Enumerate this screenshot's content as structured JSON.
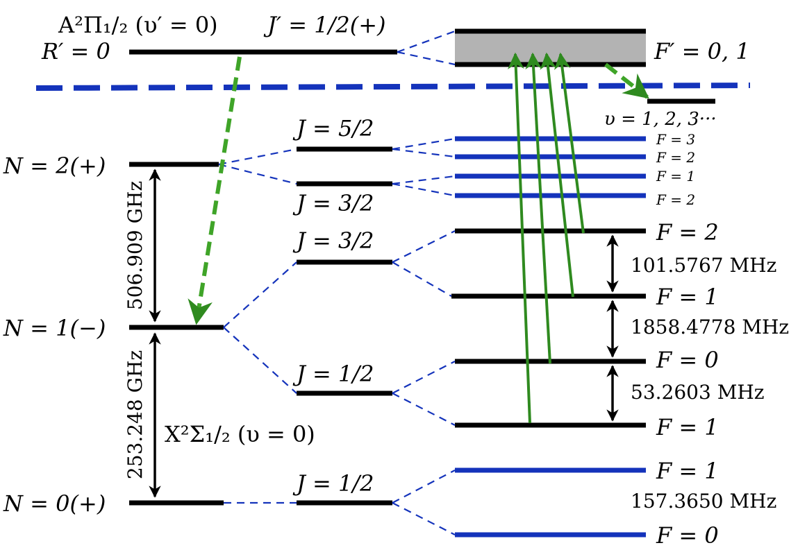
{
  "excited": {
    "state_label": "A²Π₁/₂ (υ′ = 0)",
    "j_label": "J′ = 1/2(+)",
    "r_label": "R′ = 0",
    "f_label": "F′ = 0, 1",
    "vib_label": "υ = 1, 2, 3···"
  },
  "ground": {
    "state_label": "X²Σ₁/₂ (υ = 0)",
    "n2": "N = 2(+)",
    "n1": "N = 1(−)",
    "n0": "N = 0(+)",
    "rot_gap_upper": "506.909 GHz",
    "rot_gap_lower": "253.248 GHz"
  },
  "n2_manifold": {
    "j_upper": "J = 5/2",
    "j_lower": "J = 3/2",
    "f_levels": [
      "F = 3",
      "F = 2",
      "F = 1",
      "F = 2"
    ]
  },
  "n1_manifold": {
    "j_upper": "J = 3/2",
    "j_lower": "J = 1/2",
    "f_levels": [
      "F = 2",
      "F = 1",
      "F = 0",
      "F = 1"
    ],
    "gaps": [
      "101.5767 MHz",
      "1858.4778 MHz",
      "53.2603 MHz"
    ]
  },
  "n0_manifold": {
    "j_label": "J = 1/2",
    "f_levels": [
      "F = 1",
      "F = 0"
    ],
    "gap": "157.3650 MHz"
  },
  "colors": {
    "level": "#000000",
    "dark_state": "#1433bb",
    "laser": "#2f8a1f",
    "decay": "#3fa428",
    "excited_fill": "#b3b3b3"
  }
}
